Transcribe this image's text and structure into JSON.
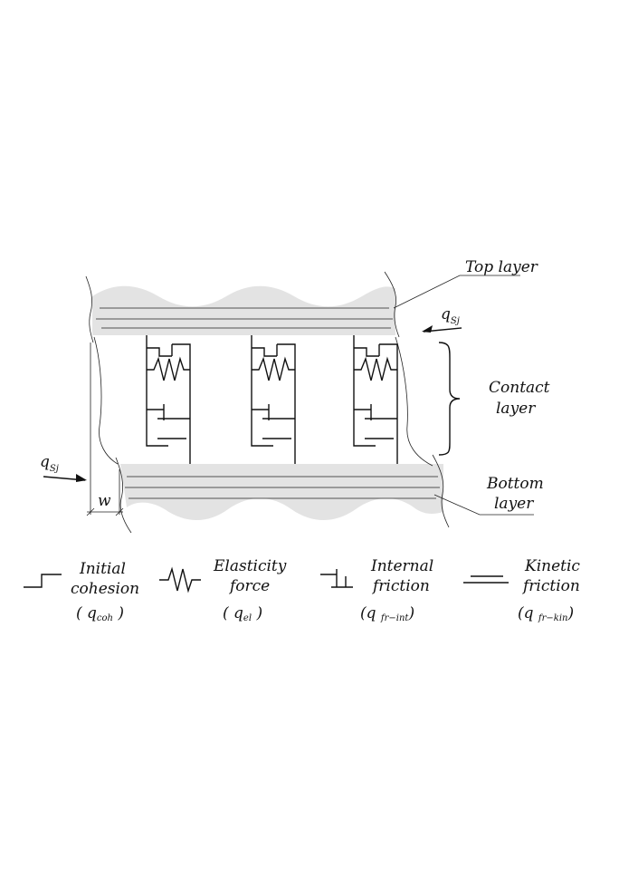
{
  "labels": {
    "top_layer": "Top  layer",
    "contact_layer_1": "Contact",
    "contact_layer_2": "layer",
    "bottom_layer_1": "Bottom",
    "bottom_layer_2": "layer",
    "shear_force": "q",
    "shear_sub": "Sj",
    "width": "w"
  },
  "legend": [
    {
      "line1": "Initial",
      "line2": "cohesion",
      "symbol_main": "( q",
      "symbol_sub": "coh",
      "symbol_end": " )"
    },
    {
      "line1": "Elasticity",
      "line2": "force",
      "symbol_main": "( q",
      "symbol_sub": "el",
      "symbol_end": " )"
    },
    {
      "line1": "Internal",
      "line2": "friction",
      "symbol_main": "(q ",
      "symbol_sub": "fr−int",
      "symbol_end": ")"
    },
    {
      "line1": "Kinetic",
      "line2": "friction",
      "symbol_main": "(q ",
      "symbol_sub": "fr−kin",
      "symbol_end": ")"
    }
  ],
  "colors": {
    "layer_fill": "#e3e3e3",
    "line": "#111111"
  }
}
